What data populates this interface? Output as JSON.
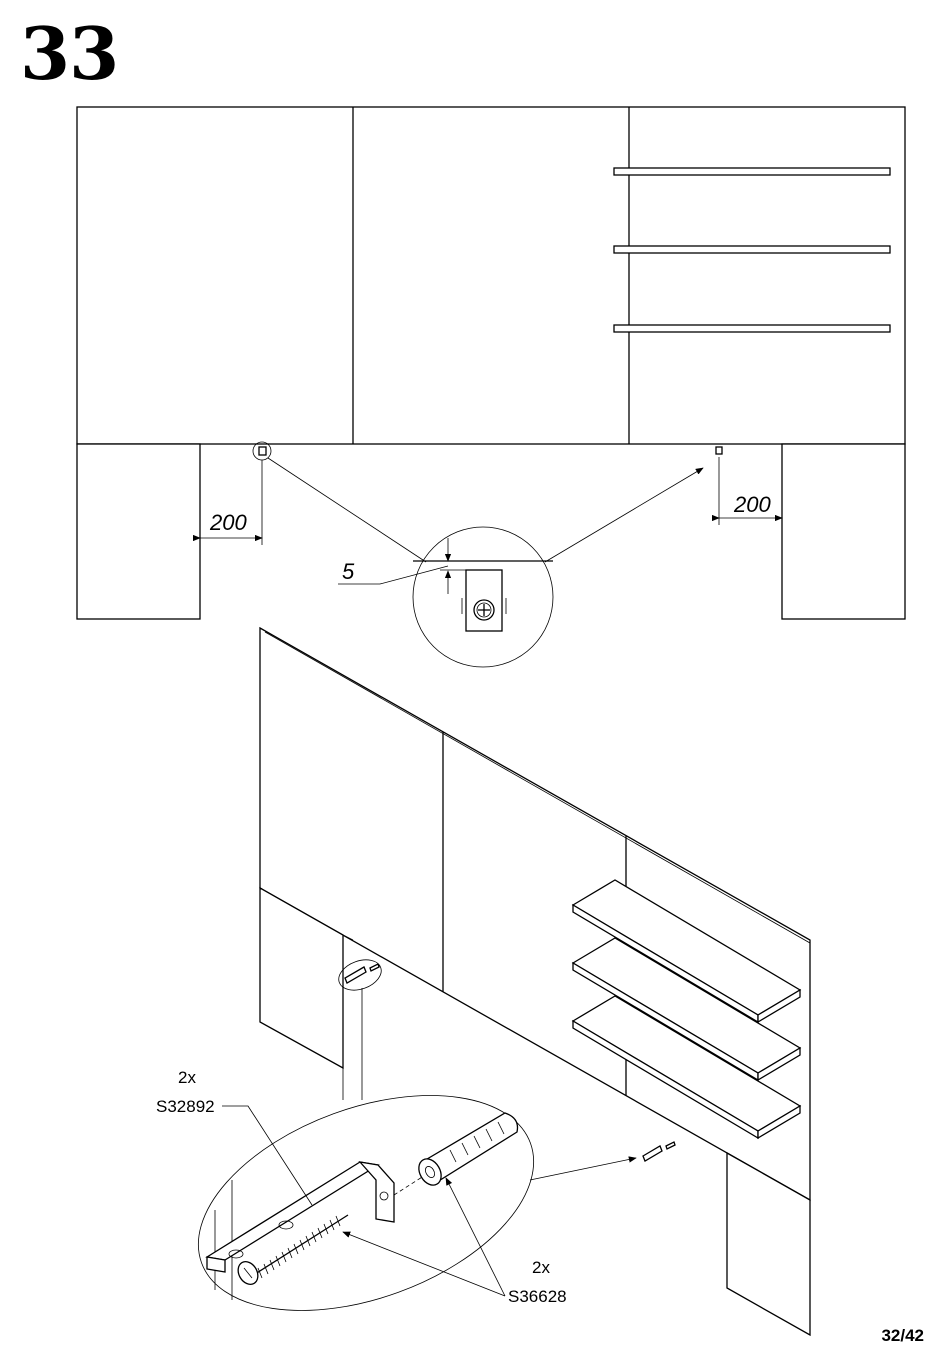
{
  "step": {
    "number": "33"
  },
  "page": {
    "number": "32/42"
  },
  "dimensions": {
    "left_offset": "200",
    "right_offset": "200",
    "gap": "5"
  },
  "parts": [
    {
      "quantity": "2x",
      "code": "S32892",
      "icon": "wall-bracket-with-screw"
    },
    {
      "quantity": "2x",
      "code": "S36628",
      "icon": "wall-plug-dowel"
    }
  ]
}
